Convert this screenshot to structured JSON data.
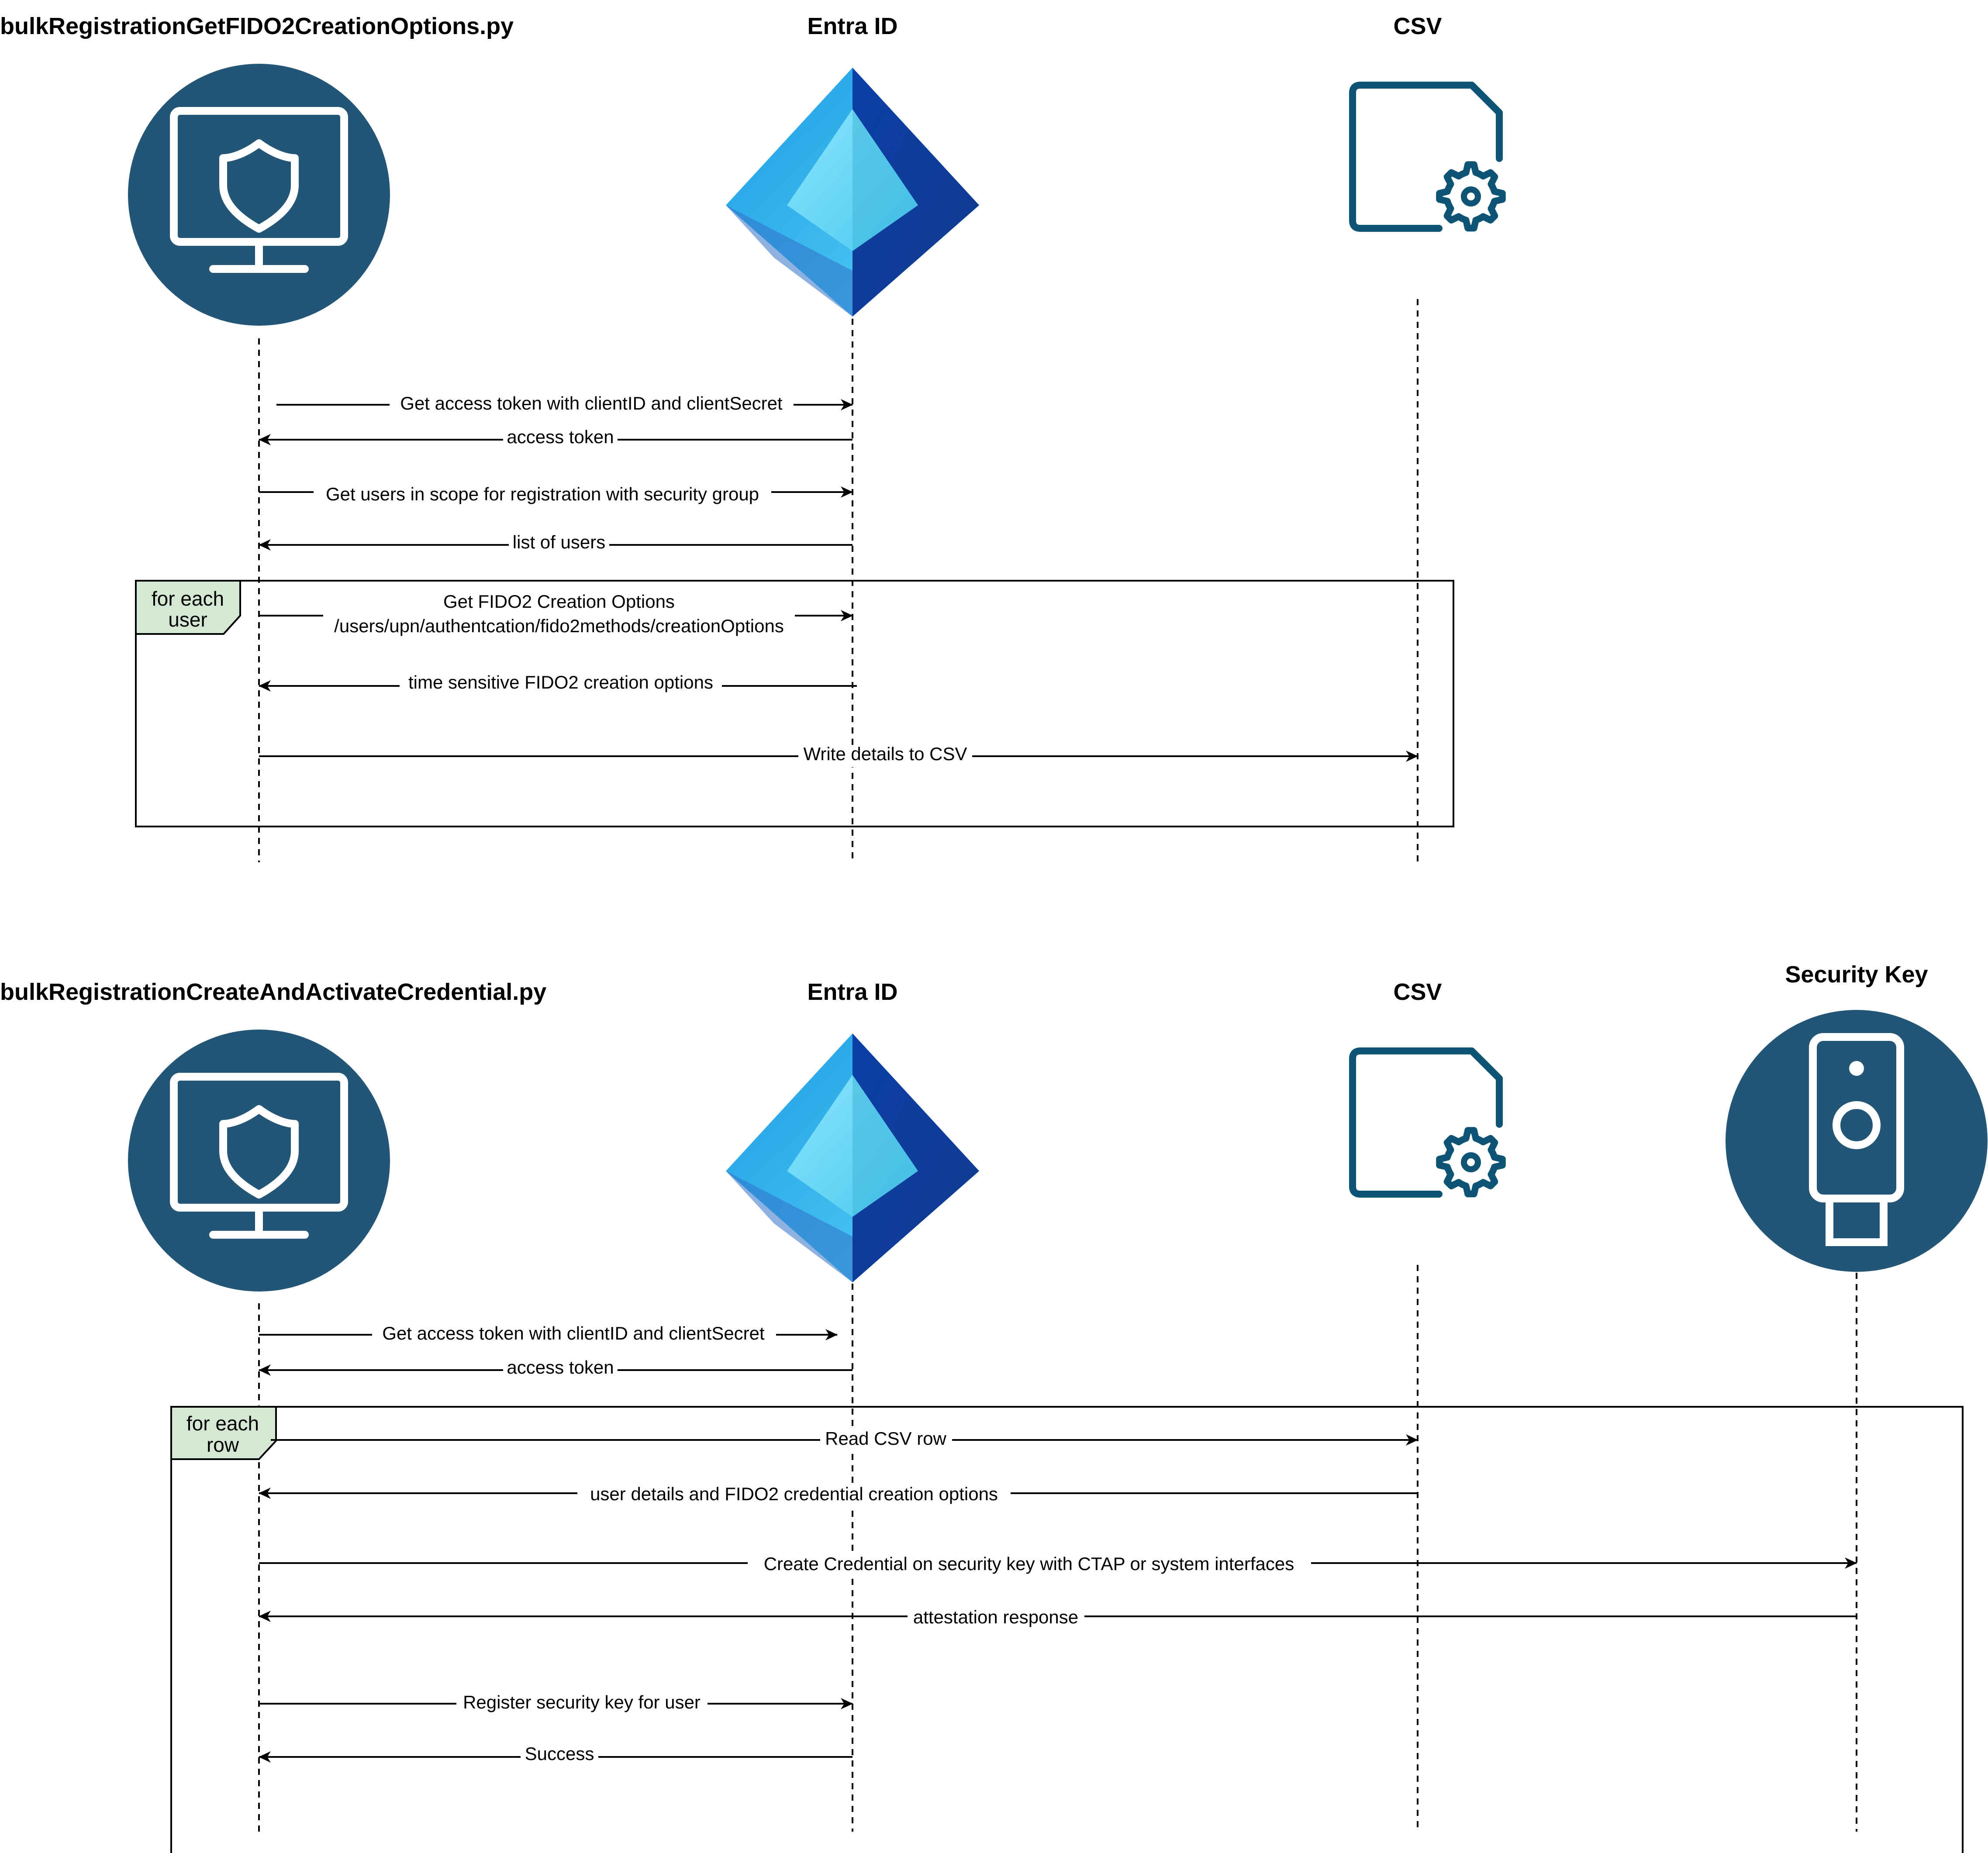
{
  "colors": {
    "icon_navy": "#235676",
    "icon_teal": "#0e5575",
    "frame_tab_fill": "#d5e8d4",
    "entra_light": "#29b6f6",
    "entra_dark": "#0d47a1"
  },
  "top": {
    "participants": {
      "script": "bulkRegistrationGetFIDO2CreationOptions.py",
      "entra": "Entra ID",
      "csv": "CSV"
    },
    "icons": {
      "script": "monitor-shield-icon",
      "entra": "entra-id-logo-icon",
      "csv": "file-gear-icon"
    },
    "messages": [
      "Get access token with clientID and clientSecret",
      "access token",
      "Get users in scope for registration with security group",
      "list of users",
      "Get FIDO2 Creation Options",
      "/users/upn/authentcation/fido2methods/creationOptions",
      "time sensitive FIDO2 creation options",
      "Write details to CSV"
    ],
    "loop": {
      "line1": "for each",
      "line2": "user"
    }
  },
  "bottom": {
    "participants": {
      "script": "bulkRegistrationCreateAndActivateCredential.py",
      "entra": "Entra ID",
      "csv": "CSV",
      "key": "Security Key"
    },
    "icons": {
      "script": "monitor-shield-icon",
      "entra": "entra-id-logo-icon",
      "csv": "file-gear-icon",
      "key": "security-key-icon"
    },
    "messages": [
      "Get access token with clientID and clientSecret",
      "access token",
      "Read CSV row",
      "user details and FIDO2 credential creation options",
      "Create Credential on security key with CTAP or system interfaces",
      "attestation response",
      "Register security key for user",
      "Success"
    ],
    "loop": {
      "line1": "for each",
      "line2": "row"
    }
  }
}
